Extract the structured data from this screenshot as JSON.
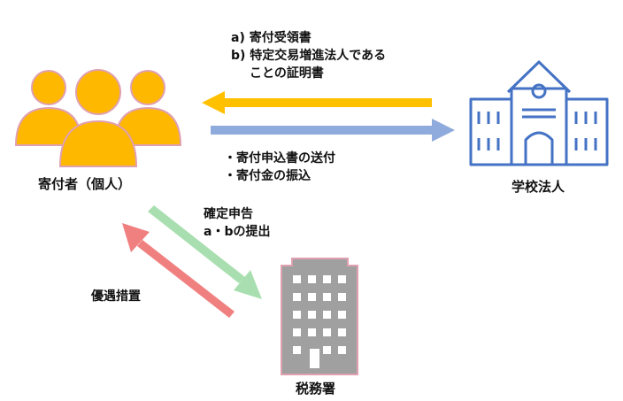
{
  "entities": {
    "donor": {
      "label": "寄付者（個人）",
      "icon": "people-group-icon",
      "color": "#FFB800"
    },
    "school": {
      "label": "学校法人",
      "icon": "school-building-icon",
      "color": "#4472C4"
    },
    "tax_office": {
      "label": "税務署",
      "icon": "office-building-icon",
      "color": "#A0A0A0"
    }
  },
  "flows": {
    "school_to_donor": {
      "line1": "a) 寄付受領書",
      "line2": "b) 特定交易増進法人である",
      "line3": "ことの証明書",
      "color": "#FFC000"
    },
    "donor_to_school": {
      "line1": "・寄付申込書の送付",
      "line2": "・寄付金の振込",
      "color": "#8FAADC"
    },
    "donor_to_tax": {
      "line1": "確定申告",
      "line2": "a・bの提出",
      "color": "#A9DFB0"
    },
    "tax_to_donor": {
      "line1": "優遇措置",
      "color": "#F08080"
    }
  }
}
